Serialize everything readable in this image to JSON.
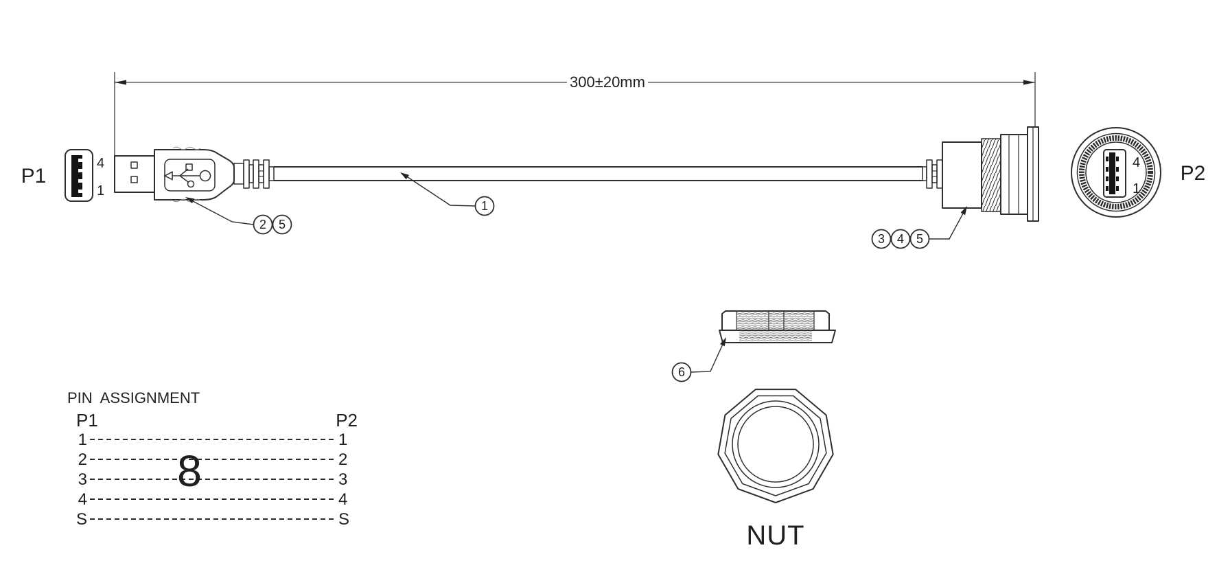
{
  "dimension": {
    "label": "300±20mm"
  },
  "connectors": {
    "p1": {
      "label": "P1",
      "pin_top": "4",
      "pin_bottom": "1"
    },
    "p2": {
      "label": "P2",
      "pin_top": "4",
      "pin_bottom": "1"
    }
  },
  "callouts": {
    "cable": [
      "1"
    ],
    "p1_plug": [
      "2",
      "5"
    ],
    "p2_receptacle": [
      "3",
      "4",
      "5"
    ],
    "nut": [
      "6"
    ]
  },
  "pin_assignment": {
    "title": "PIN  ASSIGNMENT",
    "left_header": "P1",
    "right_header": "P2",
    "rows": [
      {
        "from": "1",
        "to": "1"
      },
      {
        "from": "2",
        "to": "2"
      },
      {
        "from": "3",
        "to": "3"
      },
      {
        "from": "4",
        "to": "4"
      },
      {
        "from": "S",
        "to": "S"
      }
    ],
    "overlay_digit": "8"
  },
  "nut": {
    "label": "NUT"
  },
  "colors": {
    "line": "#2e2e2e",
    "text": "#1f1f1f",
    "background": "#ffffff"
  }
}
